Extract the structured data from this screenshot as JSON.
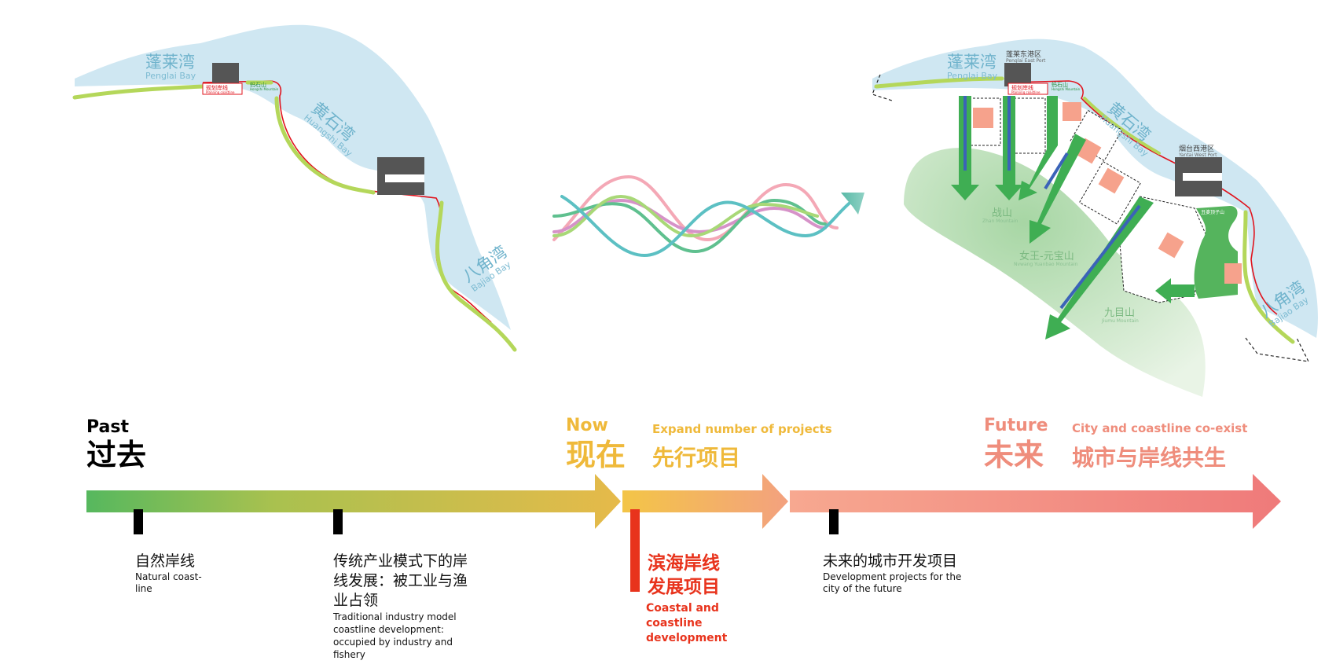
{
  "colors": {
    "past": "#000000",
    "now": "#efb93a",
    "future": "#ef8d7c",
    "highlight": "#e8331c",
    "sea": "#c9e4f0",
    "coast_green": "#b4d75a",
    "coast_red": "#e0141e",
    "industry_gray": "#555555",
    "arrow_green": "#3fae53",
    "arrow_blue": "#3a63b8",
    "project_pink": "#f6a28c"
  },
  "left_map": {
    "bays": [
      {
        "zh": "蓬莱湾",
        "en": "Penglai Bay"
      },
      {
        "zh": "黄石湾",
        "en": "Huangshi Bay"
      },
      {
        "zh": "八角湾",
        "en": "Bajiao Bay"
      }
    ],
    "tags": {
      "planning_zh": "规划岸线",
      "planning_en": "Planning coastline",
      "mountain_zh": "蚂石山",
      "mountain_en": "Hongshi Mountain"
    }
  },
  "right_map": {
    "bays": [
      {
        "zh": "蓬莱湾",
        "en": "Penglai Bay"
      },
      {
        "zh": "黄石湾",
        "en": "Huangshi Bay"
      },
      {
        "zh": "八角湾",
        "en": "Bajiao Bay"
      }
    ],
    "ports": [
      {
        "zh": "蓬莱东港区",
        "en": "Penglai East Port"
      },
      {
        "zh": "烟台西港区",
        "en": "Yantai West Port"
      }
    ],
    "mountains": [
      {
        "zh": "战山",
        "en": "Zhan Mountain"
      },
      {
        "zh": "女王-元宝山",
        "en": "Nvwang Yuanbao Mountain"
      },
      {
        "zh": "九目山",
        "en": "Jiumu Mountain"
      }
    ],
    "tags": {
      "planning_zh": "规划岸线",
      "planning_en": "Planning coastline",
      "mountain_zh": "蚂石山",
      "mountain_en": "Hongshi Mountain",
      "right_tag": "丑婆顶子山"
    }
  },
  "timeline": {
    "past": {
      "en": "Past",
      "zh": "过去"
    },
    "now": {
      "en": "Now",
      "zh": "现在",
      "sub_en": "Expand number of projects",
      "sub_zh": "先行项目"
    },
    "future": {
      "en": "Future",
      "zh": "未来",
      "sub_en": "City and coastline co-exist",
      "sub_zh": "城市与岸线共生"
    },
    "milestones": [
      {
        "zh": [
          "自然岸线"
        ],
        "en": [
          "Natural coast-",
          "line"
        ]
      },
      {
        "zh": [
          "传统产业模式下的岸",
          "线发展：被工业与渔",
          "业占领"
        ],
        "en": [
          "Traditional industry model",
          "coastline development:",
          "occupied by industry and",
          "fishery"
        ]
      },
      {
        "zh": [
          "未来的城市开发项目"
        ],
        "en": [
          "Development projects for the",
          "city of the future"
        ]
      }
    ],
    "highlight": {
      "zh": [
        "滨海岸线",
        "发展项目"
      ],
      "en": [
        "Coastal and",
        "coastline",
        "development"
      ]
    }
  }
}
